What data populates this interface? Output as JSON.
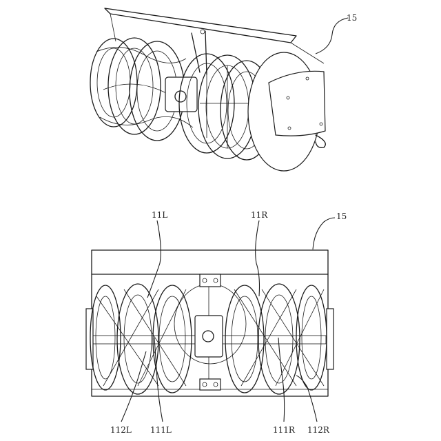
{
  "figure": {
    "top_view": {
      "labels": [
        {
          "id": "ref-15-top",
          "text": "15"
        }
      ]
    },
    "bottom_view": {
      "labels": [
        {
          "id": "ref-11L",
          "text": "11L"
        },
        {
          "id": "ref-11R",
          "text": "11R"
        },
        {
          "id": "ref-15-bottom",
          "text": "15"
        },
        {
          "id": "ref-112L",
          "text": "112L"
        },
        {
          "id": "ref-111L",
          "text": "111L"
        },
        {
          "id": "ref-111R",
          "text": "111R"
        },
        {
          "id": "ref-112R",
          "text": "112R"
        }
      ]
    }
  },
  "colors": {
    "line": "#1a1a1a",
    "background": "#ffffff"
  }
}
